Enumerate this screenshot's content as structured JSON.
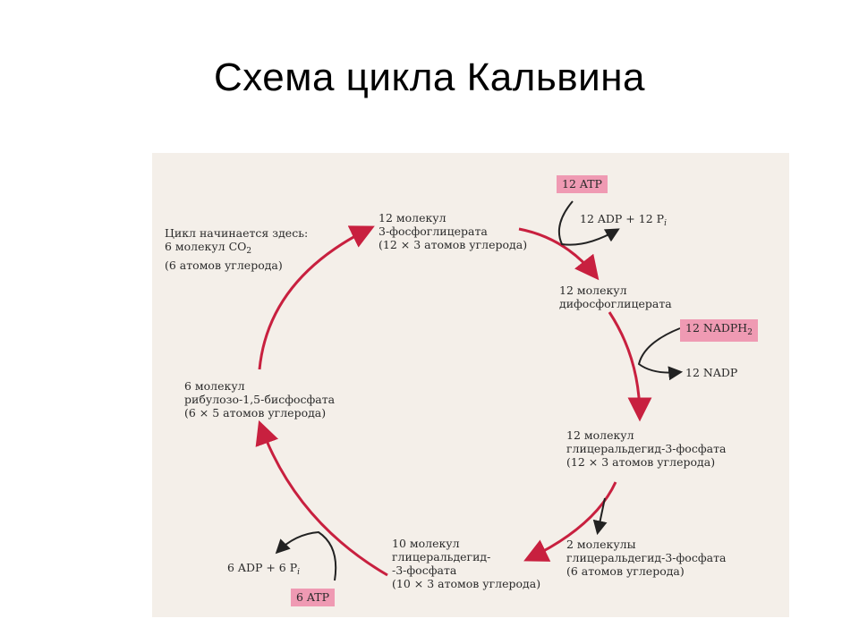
{
  "title": "Схема цикла Кальвина",
  "diagram": {
    "start_label": [
      "Цикл начинается здесь:",
      "6 молекул CO",
      "2",
      "(6 атомов углерода)"
    ],
    "pga": [
      "12 молекул",
      "3-фосфоглицерата",
      "(12 × 3 атомов углерода)"
    ],
    "atp12": "12 ATP",
    "adp12": [
      "12 ADP + 12 P",
      "i"
    ],
    "dpga": [
      "12 молекул",
      "дифосфоглицерата"
    ],
    "nadph": [
      "12 NADPH",
      "2"
    ],
    "nadp": "12 NADP",
    "g3p": [
      "12 молекул",
      "глицеральдегид-3-фосфата",
      "(12 × 3 атомов углерода)"
    ],
    "out": [
      "2 молекулы",
      "глицеральдегид-3-фосфата",
      "(6 атомов углерода)"
    ],
    "recycle": [
      "10 молекул",
      "глицеральдегид-",
      "-3-фосфата",
      "(10 × 3 атомов углерода)"
    ],
    "adp6": [
      "6 ADP + 6 P",
      "i"
    ],
    "atp6": "6 ATP",
    "rubp": [
      "6 молекул",
      "рибулозо-1,5-бисфосфата",
      "(6 × 5 атомов углерода)"
    ]
  },
  "colors": {
    "cycle_arrow": "#c8203f",
    "side_arrow": "#222222",
    "stamp": "#ef9ab3",
    "scan_background": "#f4efe9"
  }
}
